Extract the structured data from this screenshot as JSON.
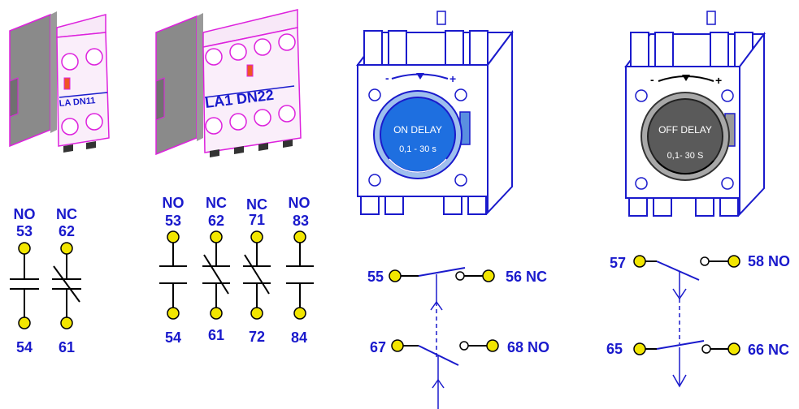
{
  "auxiliary_contact_blocks": {
    "la_dn11": {
      "code": "LA  DN11",
      "contacts": [
        {
          "type": "NO",
          "top": "53",
          "bottom": "54"
        },
        {
          "type": "NC",
          "top": "62",
          "bottom": "61"
        }
      ]
    },
    "la1_dn22": {
      "code": "LA1  DN22",
      "contacts": [
        {
          "type": "NO",
          "top": "53",
          "bottom": "54"
        },
        {
          "type": "NC",
          "top": "62",
          "bottom": "61"
        },
        {
          "type": "NC",
          "top": "71",
          "bottom": "72"
        },
        {
          "type": "NO",
          "top": "83",
          "bottom": "84"
        }
      ]
    }
  },
  "timer_blocks": {
    "on_delay": {
      "dial_title": "ON DELAY",
      "dial_range": "0,1 - 30 s",
      "dial_color": "#1e6fe0",
      "contact_upper": {
        "left": "55",
        "right": "56 NC"
      },
      "contact_lower": {
        "left": "67",
        "right": "68 NO"
      }
    },
    "off_delay": {
      "dial_title": "OFF DELAY",
      "dial_range": "0,1- 30 S",
      "dial_color": "#5a5a5a",
      "contact_upper": {
        "left": "57",
        "right": "58 NO"
      },
      "contact_lower": {
        "left": "65",
        "right": "66 NC"
      }
    }
  },
  "colors": {
    "label_blue": "#1a1acc",
    "terminal_yellow": "#f2e600",
    "block_outline_magenta": "#dd22dd",
    "timer_outline_blue": "#1a1acc"
  }
}
